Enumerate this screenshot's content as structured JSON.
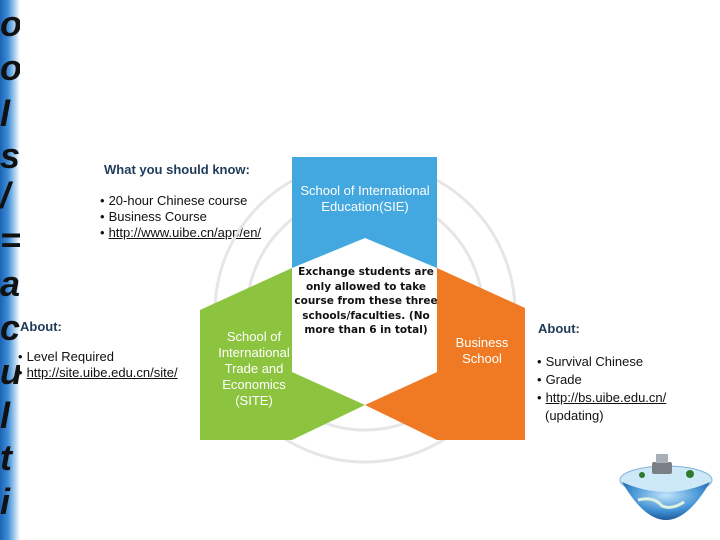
{
  "side_letters": [
    "o",
    "o",
    "l",
    "s",
    "/",
    "=",
    "a",
    "c",
    "u",
    "l",
    "t",
    "i"
  ],
  "top_info": {
    "heading": "What you should know:",
    "items": [
      "20-hour Chinese course",
      "Business Course",
      "http://www.uibe.cn/app/en/"
    ]
  },
  "left_info": {
    "heading": "About:",
    "items": [
      "Level Required",
      "http://site.uibe.edu.cn/site/"
    ]
  },
  "right_info": {
    "heading": "About:",
    "items": [
      "Survival Chinese",
      "Grade",
      "http://bs.uibe.edu.cn/",
      "(updating)"
    ]
  },
  "diagram": {
    "top_label": "School of International Education(SIE)",
    "left_label": "School of International Trade and Economics (SITE)",
    "right_label": "Business School",
    "center_note": "Exchange students are only allowed to take course from these three schools/faculties. (No more than 6 in total)",
    "colors": {
      "blue": "#43a8df",
      "green": "#8dc43f",
      "orange": "#f07a23",
      "ring": "#e6e6e6"
    }
  },
  "bullet_char": "•",
  "logo": "globe-logo"
}
